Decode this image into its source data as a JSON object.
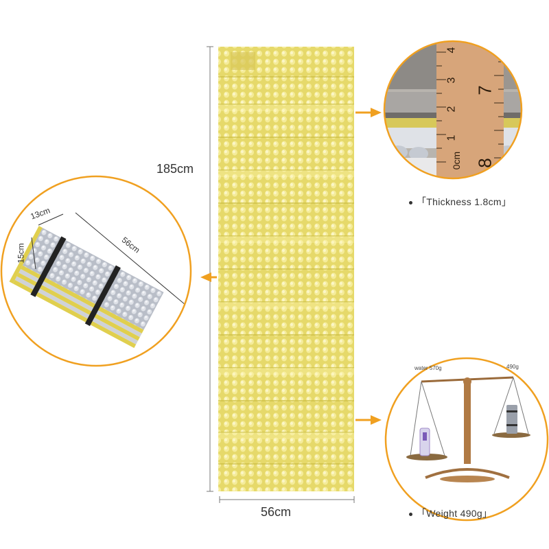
{
  "dimensions": {
    "length": "185cm",
    "width": "56cm"
  },
  "folded_dimensions": {
    "width": "13cm",
    "height": "15cm",
    "length": "56cm"
  },
  "features": [
    {
      "label": "「Thickness 1.8cm」"
    },
    {
      "label": "「Weight 490g」"
    }
  ],
  "ruler": {
    "unit": "cm",
    "numbers": [
      "4",
      "3",
      "2",
      "1",
      "0"
    ],
    "right_numbers": [
      "7",
      "8"
    ]
  },
  "scale_labels": {
    "left": "water 570g",
    "right": "490g"
  },
  "colors": {
    "accent": "#f0a020",
    "mat_yellow": "#e8d860",
    "mat_silver": "#c8ccd4",
    "ruler_wood": "#d9a878"
  },
  "icons": [
    "arrow-right-icon",
    "arrow-left-icon",
    "bullet-icon"
  ]
}
